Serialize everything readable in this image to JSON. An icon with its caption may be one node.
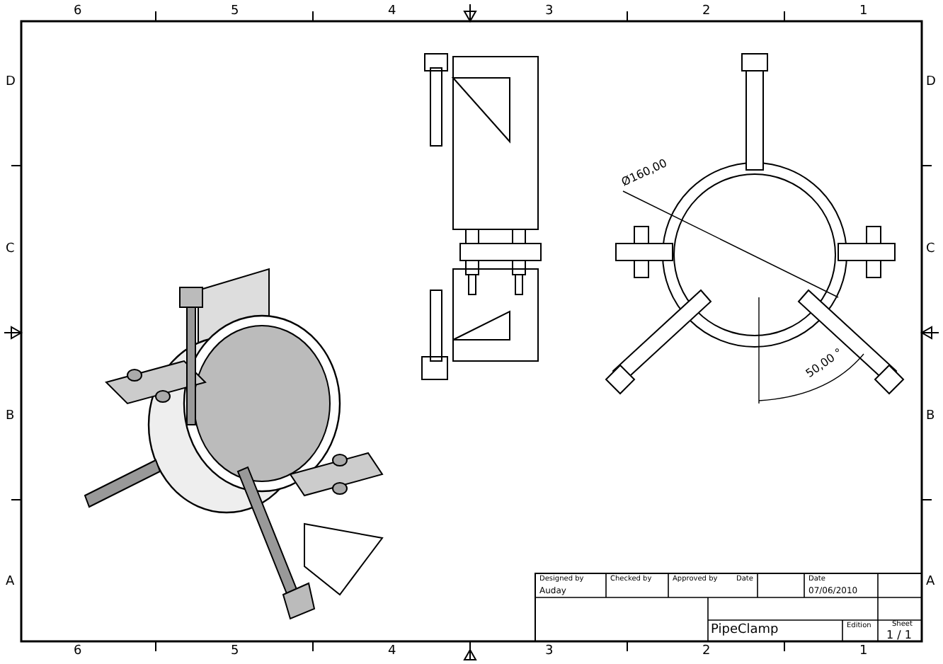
{
  "diagram": {
    "labels": [
      "6",
      "5",
      "4",
      "3",
      "2",
      "1",
      "D",
      "D",
      "Ø160,00",
      "C",
      "C",
      "50,00 °",
      "B",
      "B",
      "Designed by",
      "Checked by",
      "Approved by",
      "Date",
      "Date",
      "Auday",
      "07/06/2010",
      "A",
      "A",
      "PipeClamp",
      "Edition",
      "Sheet",
      "1 / 1",
      "6",
      "5",
      "4",
      "3",
      "2",
      "1"
    ]
  }
}
